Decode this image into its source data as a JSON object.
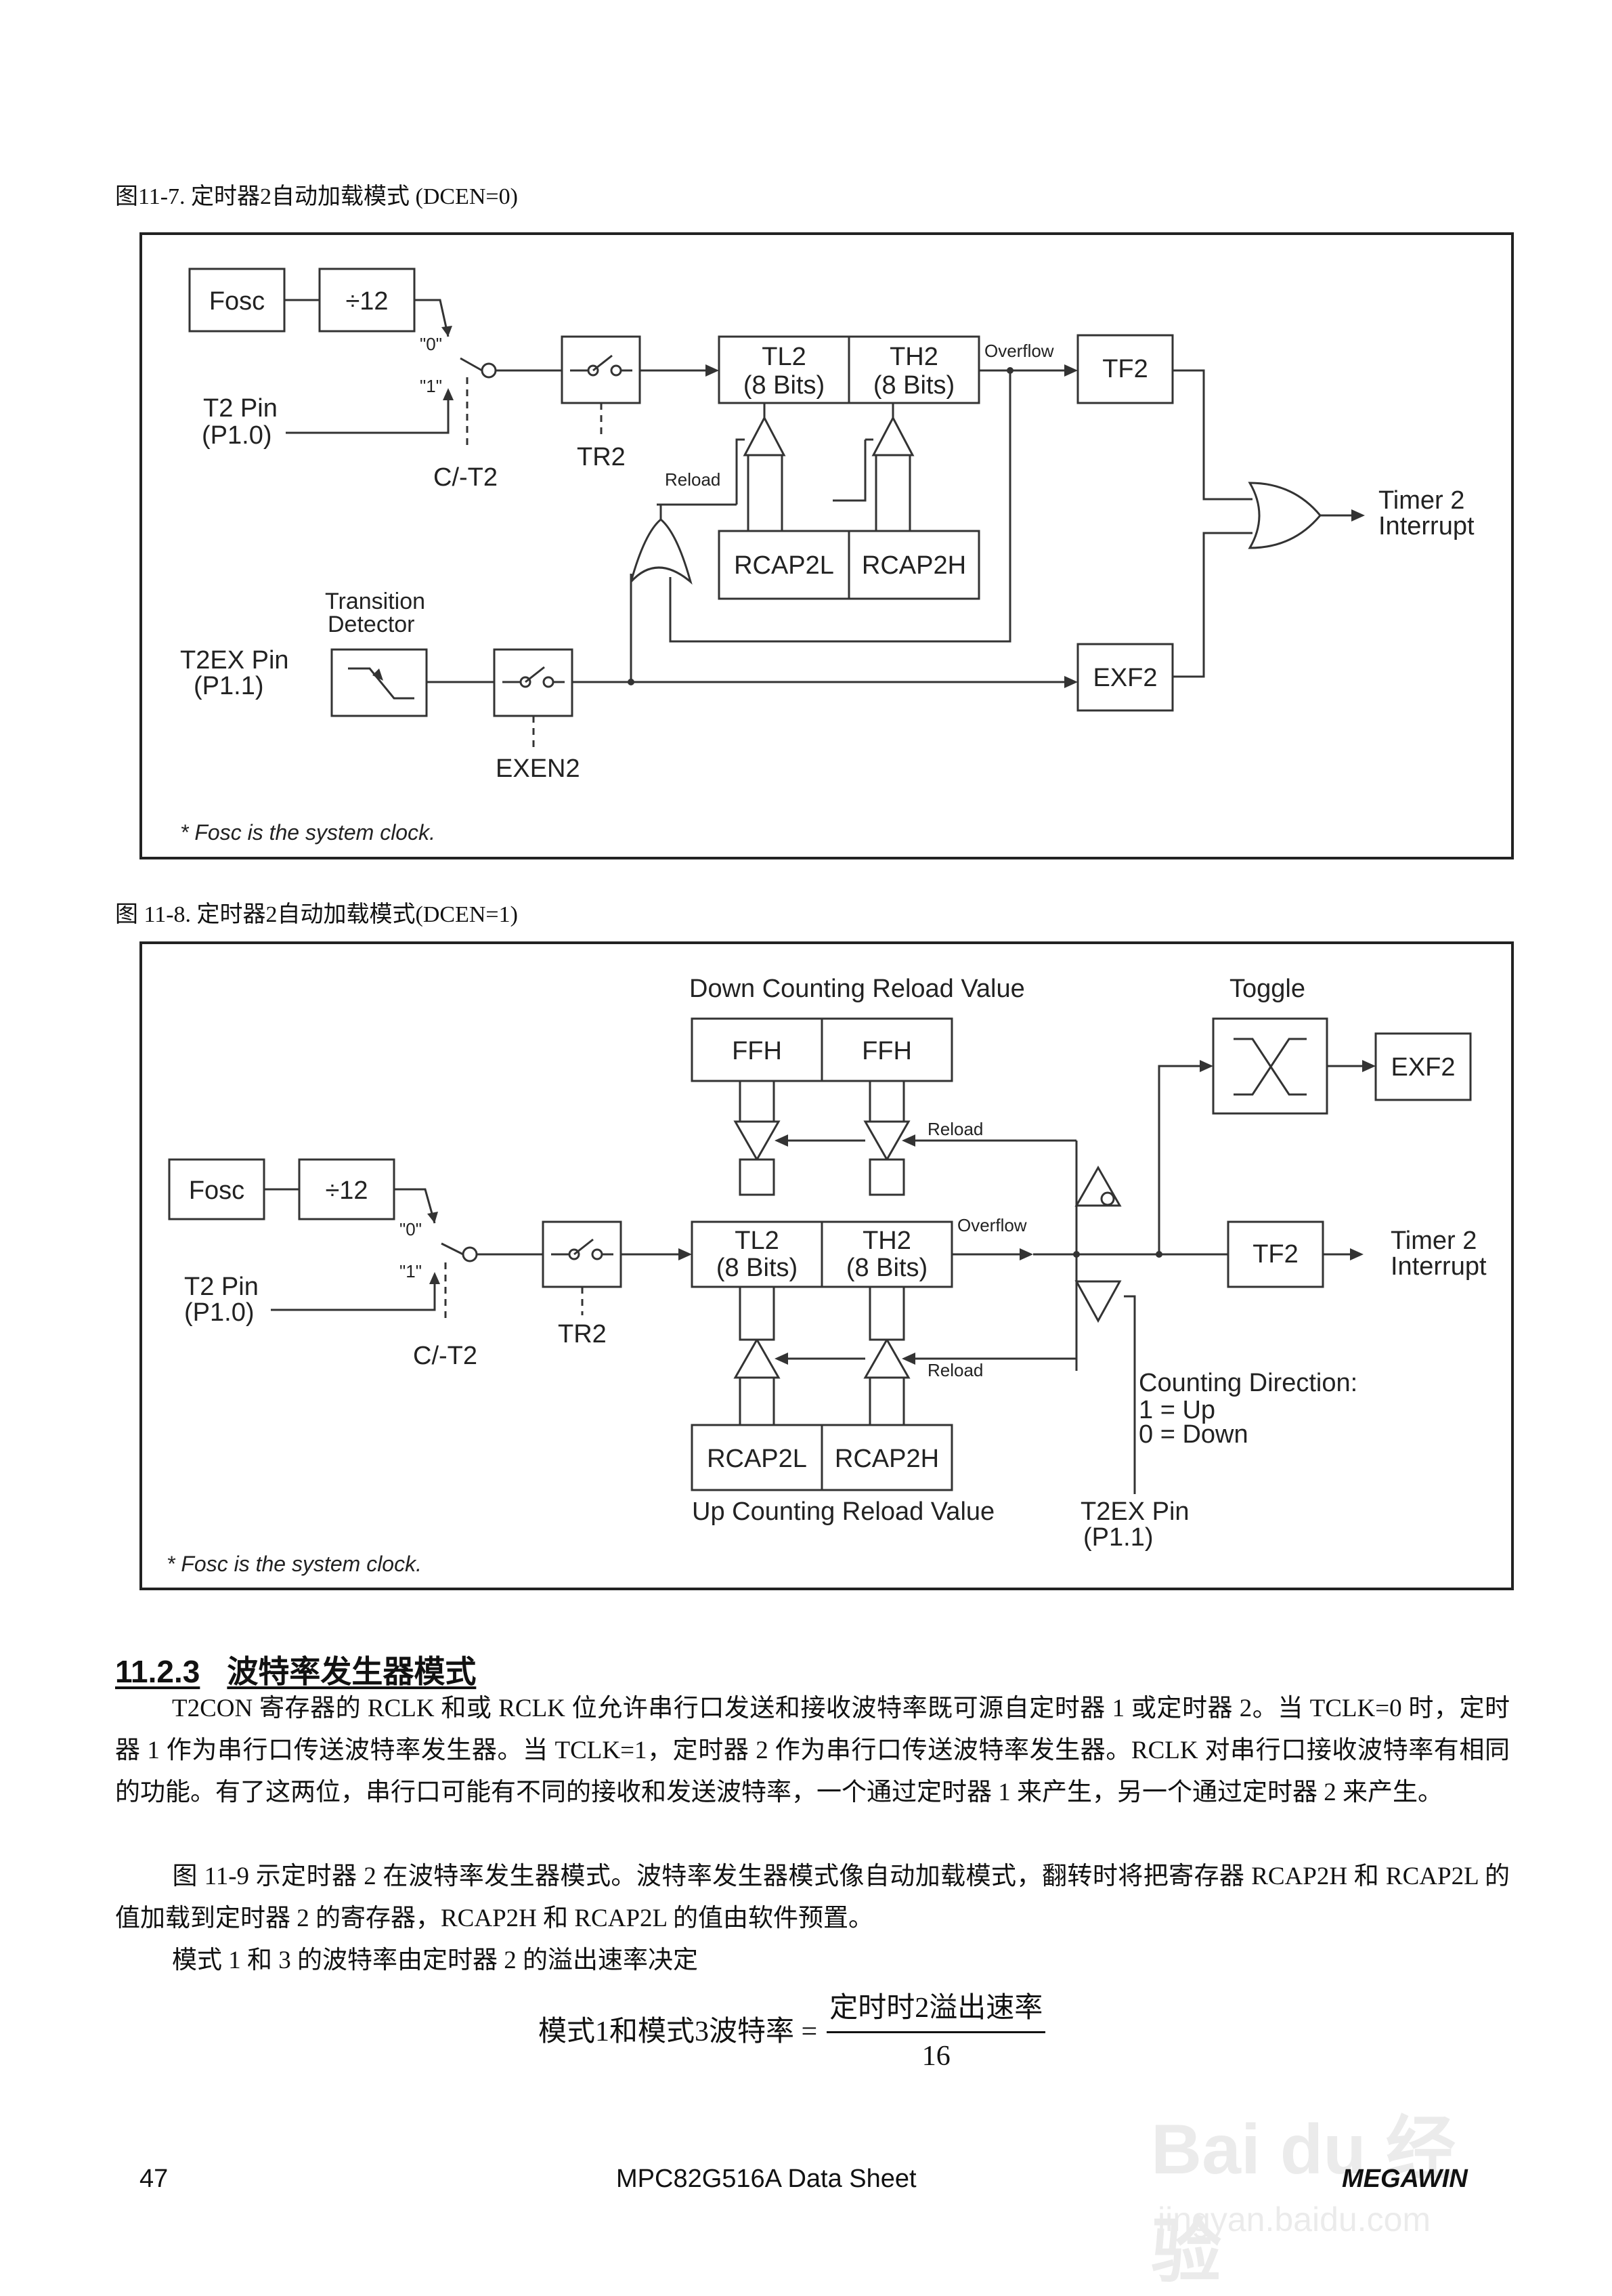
{
  "figure1": {
    "caption": "图11-7. 定时器2自动加载模式 (DCEN=0)",
    "labels": {
      "fosc": "Fosc",
      "div12": "÷12",
      "sel0": "\"0\"",
      "sel1": "\"1\"",
      "t2pin": "T2 Pin",
      "t2pin_port": "(P1.0)",
      "ct2": "C/-T2",
      "tr2": "TR2",
      "tl2": "TL2",
      "th2": "TH2",
      "bits8": "(8 Bits)",
      "overflow": "Overflow",
      "tf2": "TF2",
      "reload": "Reload",
      "rcap2l": "RCAP2L",
      "rcap2h": "RCAP2H",
      "timer2": "Timer 2",
      "interrupt": "Interrupt",
      "transition": "Transition",
      "detector": "Detector",
      "t2expin": "T2EX Pin",
      "t2expin_port": "(P1.1)",
      "exf2": "EXF2",
      "exen2": "EXEN2",
      "note": "* Fosc is the system clock."
    }
  },
  "figure2": {
    "caption": "图 11-8. 定时器2自动加载模式(DCEN=1)",
    "labels": {
      "down_reload": "Down Counting Reload Value",
      "ffh1": "FFH",
      "ffh2": "FFH",
      "toggle": "Toggle",
      "exf2": "EXF2",
      "reload_top": "Reload",
      "fosc": "Fosc",
      "div12": "÷12",
      "sel0": "\"0\"",
      "sel1": "\"1\"",
      "t2pin": "T2 Pin",
      "t2pin_port": "(P1.0)",
      "ct2": "C/-T2",
      "tr2": "TR2",
      "tl2": "TL2",
      "th2": "TH2",
      "bits8": "(8 Bits)",
      "overflow": "Overflow",
      "tf2": "TF2",
      "timer2": "Timer 2",
      "interrupt": "Interrupt",
      "reload_bottom": "Reload",
      "counting_dir": "Counting Direction:",
      "up": "1 = Up",
      "down": "0 = Down",
      "rcap2l": "RCAP2L",
      "rcap2h": "RCAP2H",
      "up_reload": "Up Counting Reload Value",
      "t2expin": "T2EX Pin",
      "t2expin_port": "(P1.1)",
      "note": "* Fosc is the system clock."
    }
  },
  "section": {
    "number": "11.2.3",
    "title": "波特率发生器模式",
    "paragraphs": [
      "T2CON 寄存器的 RCLK 和或 RCLK 位允许串行口发送和接收波特率既可源自定时器 1 或定时器 2。当 TCLK=0 时，定时器 1 作为串行口传送波特率发生器。当 TCLK=1，定时器 2 作为串行口传送波特率发生器。RCLK 对串行口接收波特率有相同的功能。有了这两位，串行口可能有不同的接收和发送波特率，一个通过定时器 1 来产生，另一个通过定时器 2 来产生。",
      "图 11-9 示定时器 2 在波特率发生器模式。波特率发生器模式像自动加载模式，翻转时将把寄存器 RCAP2H 和 RCAP2L 的值加载到定时器 2 的寄存器，RCAP2H 和 RCAP2L 的值由软件预置。",
      "模式 1 和 3 的波特率由定时器 2 的溢出速率决定"
    ],
    "formula": {
      "lhs": "模式1和模式3波特率 =",
      "numerator": "定时时2溢出速率",
      "denominator": "16"
    }
  },
  "footer": {
    "page": "47",
    "title": "MPC82G516A Data Sheet",
    "brand": "MEGAWIN"
  },
  "watermark": {
    "logo": "Bai du 经验",
    "url": "jingyan.baidu.com"
  }
}
